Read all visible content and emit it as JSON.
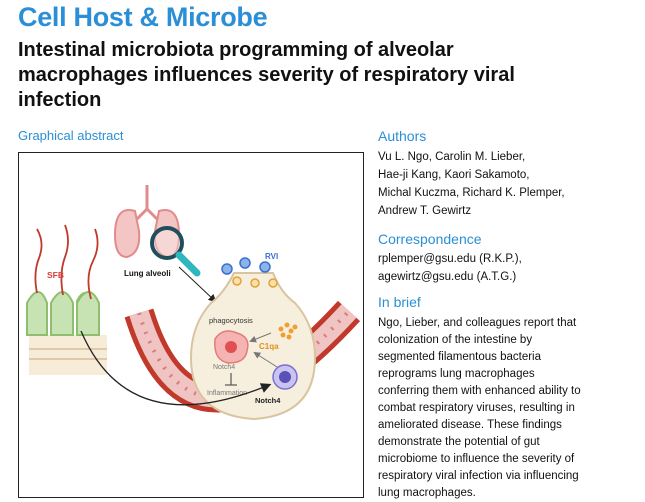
{
  "journal": "Cell Host & Microbe",
  "title_lines": [
    "Intestinal microbiota programming of alveolar",
    "macrophages influences severity of respiratory viral",
    "infection"
  ],
  "graphical_abstract": {
    "heading": "Graphical abstract",
    "labels": {
      "sfb": "SFB",
      "lung_alveoli": "Lung alveoli",
      "rvi": "RVI",
      "phagocytosis": "phagocytosis",
      "c1qa": "C1qa",
      "notch4_left": "Notch4",
      "inflammation": "Inflammation",
      "notch4_right": "Notch4"
    }
  },
  "authors": {
    "heading": "Authors",
    "lines": [
      "Vu L. Ngo, Carolin M. Lieber,",
      "Hae-ji Kang, Kaori Sakamoto,",
      "Michal Kuczma, Richard K. Plemper,",
      "Andrew T. Gewirtz"
    ]
  },
  "correspondence": {
    "heading": "Correspondence",
    "lines": [
      "rplemper@gsu.edu (R.K.P.),",
      "agewirtz@gsu.edu (A.T.G.)"
    ]
  },
  "in_brief": {
    "heading": "In brief",
    "lines": [
      "Ngo, Lieber, and colleagues report that",
      "colonization of the intestine by",
      "segmented filamentous bacteria",
      "reprograms lung macrophages",
      "conferring them with enhanced ability to",
      "combat respiratory viruses, resulting in",
      "ameliorated disease. These findings",
      "demonstrate the potential of gut",
      "microbiome to influence the severity of",
      "respiratory viral infection via influencing",
      "lung macrophages."
    ]
  },
  "colors": {
    "accent": "#2a8fd6",
    "vessel": "#c0392b",
    "sfb": "#d94040",
    "villi": "#a8d08d",
    "virus": "#3a6fd0"
  }
}
